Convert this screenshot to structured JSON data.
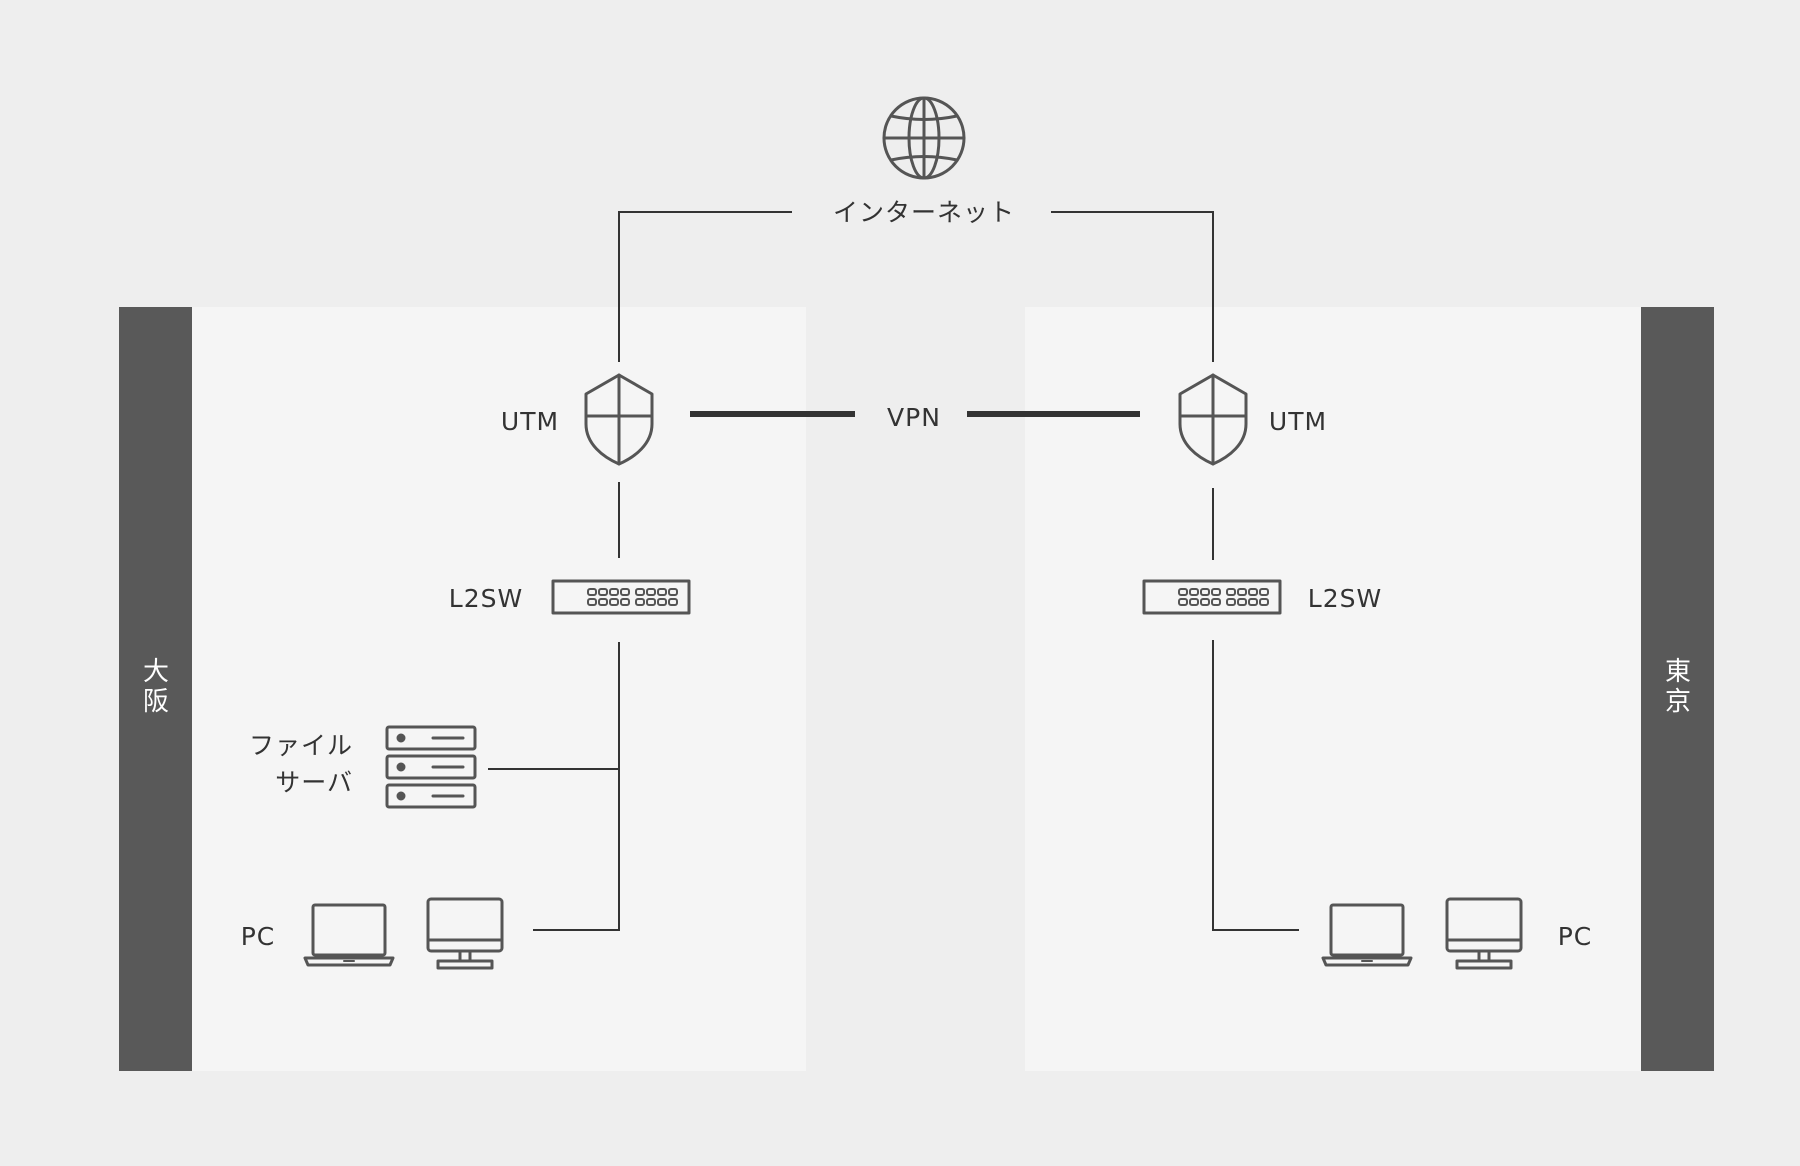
{
  "colors": {
    "background": "#eeeeee",
    "site_panel": "#f5f5f5",
    "site_bar": "#595959",
    "icon_stroke": "#555555",
    "line": "#333333"
  },
  "internet": {
    "icon": "globe-icon",
    "label": "インターネット"
  },
  "vpn": {
    "label": "VPN"
  },
  "osaka": {
    "name": [
      "大",
      "阪"
    ],
    "utm": {
      "icon": "shield-icon",
      "label": "UTM"
    },
    "l2sw": {
      "icon": "switch-icon",
      "label": "L2SW"
    },
    "server": {
      "icon": "server-icon",
      "label_lines": [
        "ファイル",
        "サーバ"
      ]
    },
    "pc": {
      "icons": [
        "laptop-icon",
        "desktop-icon"
      ],
      "label": "PC"
    }
  },
  "tokyo": {
    "name": [
      "東",
      "京"
    ],
    "utm": {
      "icon": "shield-icon",
      "label": "UTM"
    },
    "l2sw": {
      "icon": "switch-icon",
      "label": "L2SW"
    },
    "pc": {
      "icons": [
        "laptop-icon",
        "desktop-icon"
      ],
      "label": "PC"
    }
  }
}
